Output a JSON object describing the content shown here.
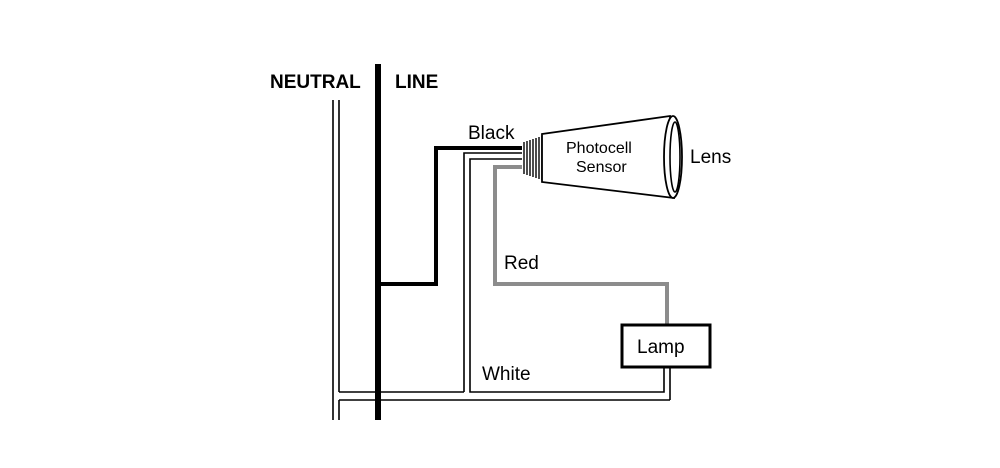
{
  "labels": {
    "neutral": "NEUTRAL",
    "line": "LINE",
    "black_wire": "Black",
    "red_wire": "Red",
    "white_wire": "White",
    "sensor_line1": "Photocell",
    "sensor_line2": "Sensor",
    "lens": "Lens",
    "lamp": "Lamp"
  },
  "colors": {
    "line_conductor": "#000000",
    "black_wire": "#000000",
    "red_wire": "#8c8c8c",
    "white_wire": "#000000",
    "background": "#ffffff"
  }
}
